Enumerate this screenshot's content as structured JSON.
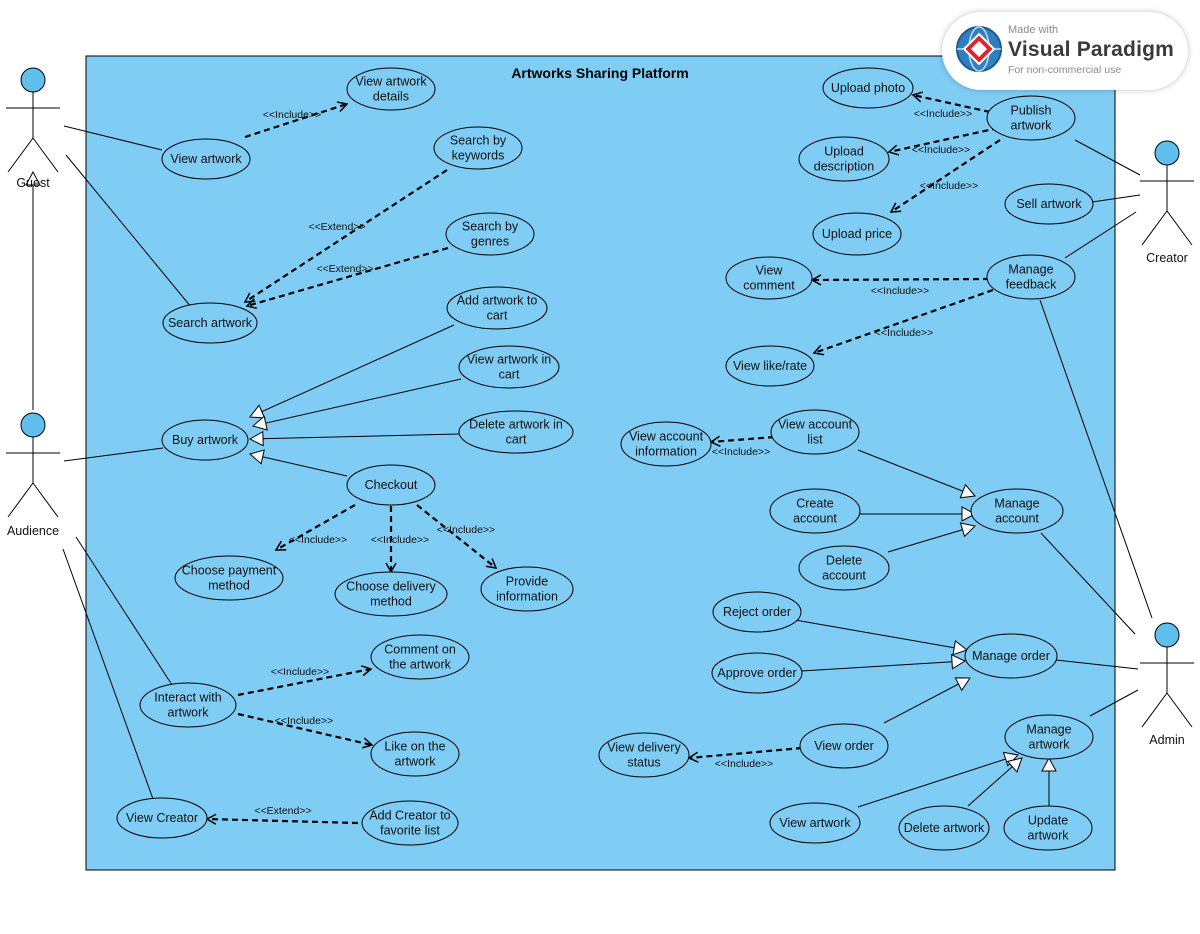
{
  "system_title": "Artworks Sharing Platform",
  "badge": {
    "made_with": "Made with",
    "brand": "Visual Paradigm",
    "sub": "For non-commercial use",
    "logo_icon": "visual-paradigm-logo-icon"
  },
  "colors": {
    "system_fill": "#7fcdf4",
    "actor_fill": "#5fc0ee",
    "usecase_fill": "#7fcdf4",
    "stroke": "#000000"
  },
  "actors": {
    "guest": "Guest",
    "audience": "Audience",
    "creator": "Creator",
    "admin": "Admin"
  },
  "use_cases": {
    "view_artwork_details": [
      "View artwork",
      "details"
    ],
    "view_artwork": [
      "View artwork"
    ],
    "search_keywords": [
      "Search by",
      "keywords"
    ],
    "search_genres": [
      "Search by",
      "genres"
    ],
    "search_artwork": [
      "Search artwork"
    ],
    "add_to_cart": [
      "Add artwork to",
      "cart"
    ],
    "view_in_cart": [
      "View artwork in",
      "cart"
    ],
    "delete_in_cart": [
      "Delete artwork in",
      "cart"
    ],
    "buy_artwork": [
      "Buy artwork"
    ],
    "checkout": [
      "Checkout"
    ],
    "choose_payment": [
      "Choose payment",
      "method"
    ],
    "choose_delivery": [
      "Choose delivery",
      "method"
    ],
    "provide_info": [
      "Provide",
      "information"
    ],
    "interact": [
      "Interact with",
      "artwork"
    ],
    "comment": [
      "Comment on",
      "the artwork"
    ],
    "like": [
      "Like on the",
      "artwork"
    ],
    "view_creator": [
      "View Creator"
    ],
    "add_creator_fav": [
      "Add Creator to",
      "favorite list"
    ],
    "upload_photo": [
      "Upload photo"
    ],
    "publish_artwork": [
      "Publish",
      "artwork"
    ],
    "upload_description": [
      "Upload",
      "description"
    ],
    "upload_price": [
      "Upload price"
    ],
    "sell_artwork": [
      "Sell artwork"
    ],
    "view_comment": [
      "View",
      "comment"
    ],
    "manage_feedback": [
      "Manage",
      "feedback"
    ],
    "view_like_rate": [
      "View like/rate"
    ],
    "view_account_info": [
      "View account",
      "information"
    ],
    "view_account_list": [
      "View account",
      "list"
    ],
    "create_account": [
      "Create",
      "account"
    ],
    "manage_account": [
      "Manage",
      "account"
    ],
    "delete_account": [
      "Delete",
      "account"
    ],
    "reject_order": [
      "Reject order"
    ],
    "approve_order": [
      "Approve order"
    ],
    "manage_order": [
      "Manage order"
    ],
    "view_order": [
      "View order"
    ],
    "view_delivery_status": [
      "View delivery",
      "status"
    ],
    "manage_artwork": [
      "Manage",
      "artwork"
    ],
    "view_artwork_admin": [
      "View artwork"
    ],
    "delete_artwork": [
      "Delete artwork"
    ],
    "update_artwork": [
      "Update",
      "artwork"
    ]
  },
  "relations": {
    "include": "<<Include>>",
    "extend": "<<Extend>>"
  }
}
